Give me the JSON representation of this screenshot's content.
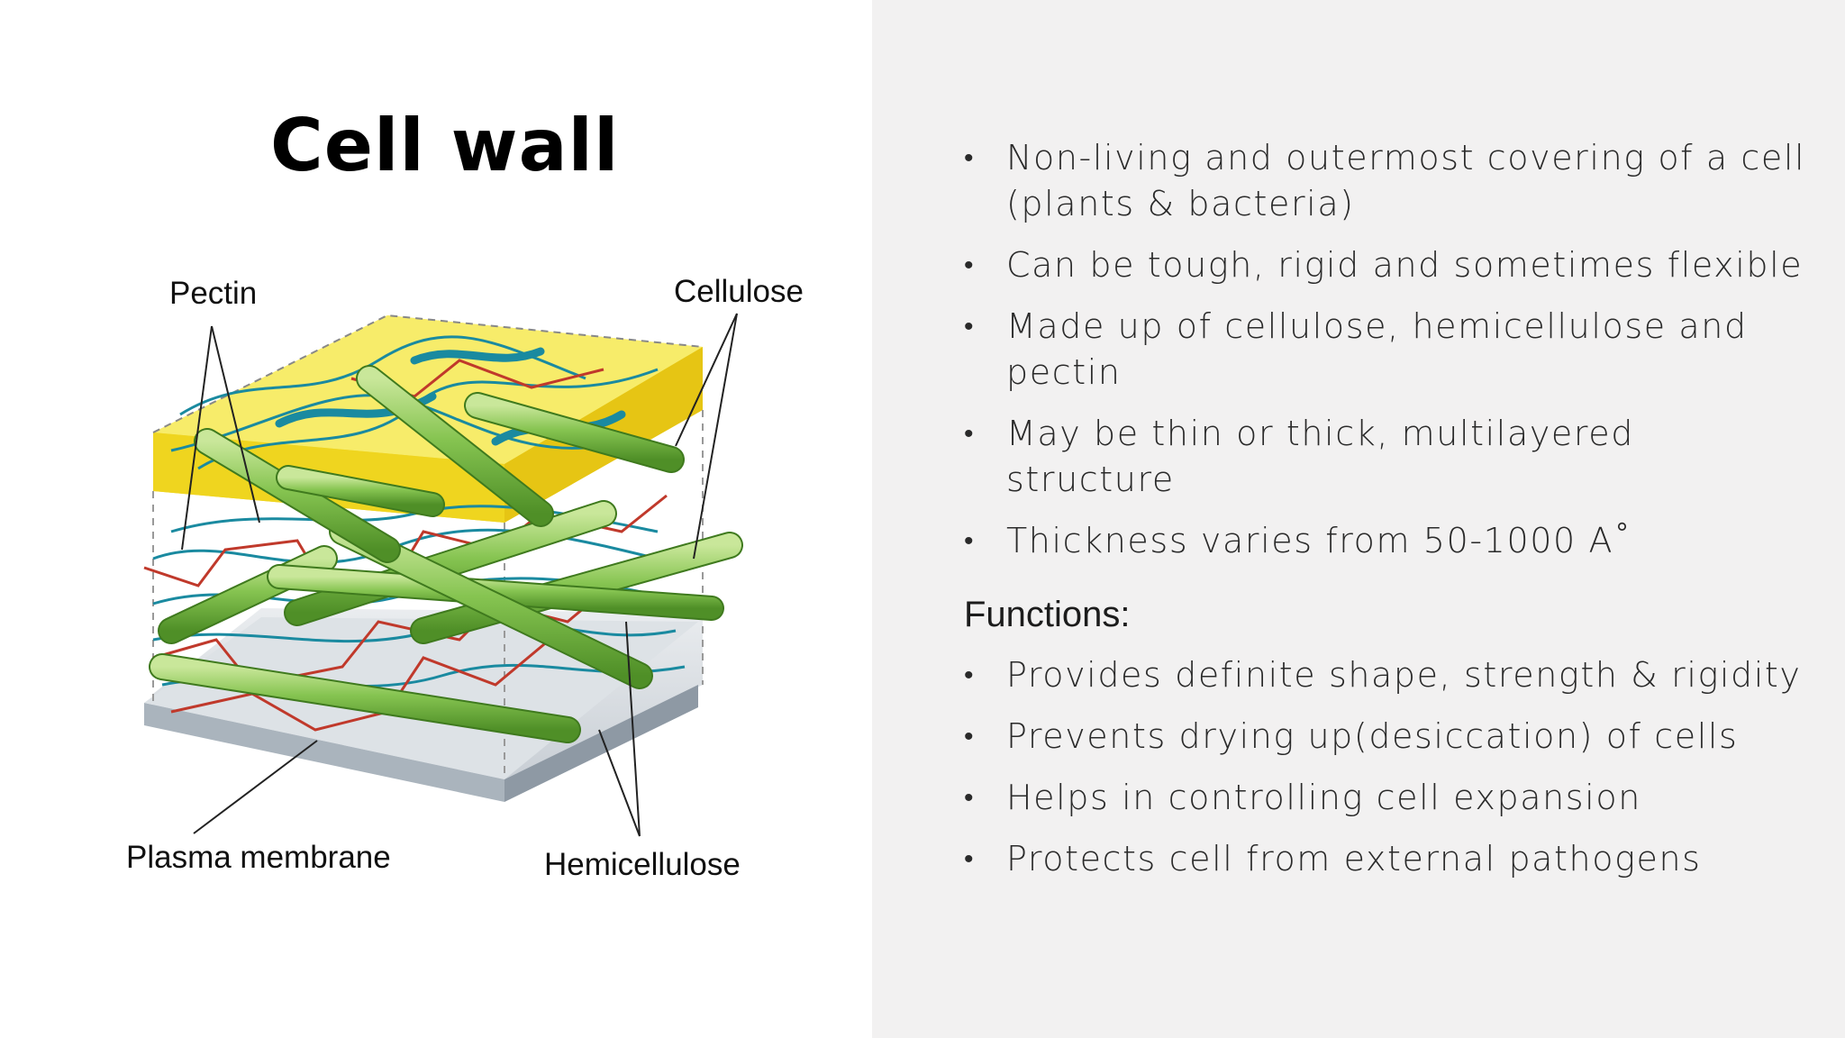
{
  "slide": {
    "title": "Cell wall",
    "diagram": {
      "labels": {
        "pectin": "Pectin",
        "cellulose": "Cellulose",
        "plasma_membrane": "Plasma membrane",
        "hemicellulose": "Hemicellulose"
      },
      "colors": {
        "top_layer": "#f3e22a",
        "cellulose_fiber": "#7cbf3f",
        "pectin_strand": "#1a8aa0",
        "hemicellulose_strand": "#c0392b",
        "membrane": "#a9b3bd"
      }
    },
    "bullets": [
      "Non-living and outermost covering of a cell (plants & bacteria)",
      "Can be tough, rigid and sometimes flexible",
      "Made up of cellulose, hemicellulose and pectin",
      "May be thin or thick, multilayered structure",
      "Thickness varies from 50-1000 A˚"
    ],
    "functions_heading": "Functions:",
    "functions": [
      "Provides definite shape, strength & rigidity",
      "Prevents drying up(desiccation) of cells",
      "Helps in controlling cell expansion",
      "Protects cell from external pathogens"
    ],
    "bullet_symbol": "•"
  }
}
